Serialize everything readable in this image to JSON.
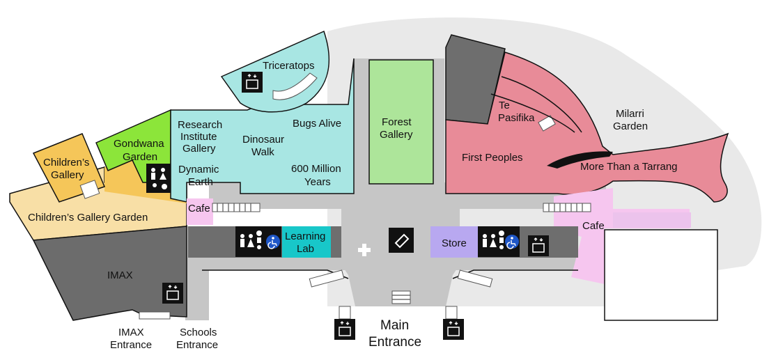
{
  "colors": {
    "outline": "#e9e9e9",
    "gallery_teal": "#a8e6e3",
    "forest_green": "#ade59a",
    "gondwana_green": "#8ce53a",
    "childrens_yellow": "#f5c659",
    "garden_cream": "#f8dfa6",
    "imax_grey": "#6c6c6c",
    "dark_grey": "#6e6e6e",
    "corridor_grey": "#c6c6c6",
    "first_peoples_pink": "#e88b98",
    "cafe_pink": "#f6c6ef",
    "learning_teal": "#18c7c9",
    "store_purple": "#b8a8f0",
    "access_blue": "#1f57c8"
  },
  "areas": {
    "triceratops": "Triceratops",
    "research_1": "Research",
    "research_2": "Institute",
    "research_3": "Gallery",
    "dinosaur_1": "Dinosaur",
    "dinosaur_2": "Walk",
    "bugs_alive": "Bugs Alive",
    "six_hundred_1": "600 Million",
    "six_hundred_2": "Years",
    "dynamic_1": "Dynamic",
    "dynamic_2": "Earth",
    "gondwana_1": "Gondwana",
    "gondwana_2": "Garden",
    "childrens_1": "Children’s",
    "childrens_2": "Gallery",
    "childrens_garden": "Children’s Gallery Garden",
    "cafe_left": "Cafe",
    "imax": "IMAX",
    "forest_1": "Forest",
    "forest_2": "Gallery",
    "te_pasifika_1": "Te",
    "te_pasifika_2": "Pasifika",
    "first_peoples": "First Peoples",
    "milarri_1": "Milarri",
    "milarri_2": "Garden",
    "more_than": "More Than a Tarrang",
    "cafe_right": "Cafe",
    "learning_1": "Learning",
    "learning_2": "Lab",
    "store": "Store"
  },
  "entrances": {
    "imax_1": "IMAX",
    "imax_2": "Entrance",
    "schools_1": "Schools",
    "schools_2": "Entrance",
    "main_1": "Main",
    "main_2": "Entrance"
  },
  "icons": {
    "lift": "lift-icon",
    "toilets": "toilets-icon",
    "accessible": "accessible-icon",
    "first_aid": "first-aid-icon",
    "tickets": "ticket-icon",
    "family": "family-room-icon"
  }
}
